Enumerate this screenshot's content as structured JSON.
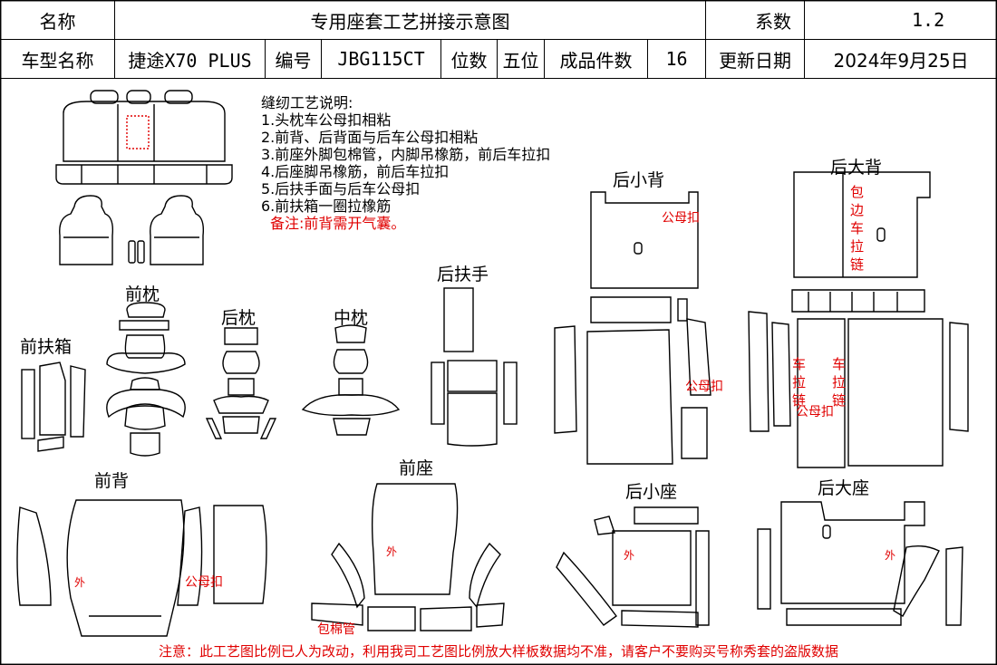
{
  "header": {
    "r1c1": "名称",
    "r1c2": "专用座套工艺拼接示意图",
    "r1c3": "系数",
    "r1c4": "1.2",
    "r2": [
      "车型名称",
      "捷途X70 PLUS",
      "编号",
      "JBG115CT",
      "位数",
      "五位",
      "成品件数",
      "16",
      "更新日期",
      "2024年9月25日"
    ]
  },
  "notes": {
    "title": "缝纫工艺说明:",
    "items": [
      "1.头枕车公母扣相粘",
      "2.前背、后背面与后车公母扣相粘",
      "3.前座外脚包棉管，内脚吊橡筋，前后车拉扣",
      "4.后座脚吊橡筋，前后车拉扣",
      "5.后扶手面与后车公母扣",
      "6.前扶箱一圈拉橡筋"
    ],
    "remark": "备注:前背需开气囊。"
  },
  "labels": {
    "front_headrest": "前枕",
    "rear_headrest": "后枕",
    "mid_headrest": "中枕",
    "front_armbox": "前扶箱",
    "rear_armrest": "后扶手",
    "small_back": "后小背",
    "big_back": "后大背",
    "front_back": "前背",
    "front_seat": "前座",
    "small_seat": "后小座",
    "big_seat": "后大座"
  },
  "red_marks": {
    "snap1": "公母扣",
    "snap2": "公母扣",
    "snap3": "公母扣",
    "snap4": "公母扣",
    "wrap_zip": "包边车拉链",
    "zip_left": "车拉链",
    "zip_right": "车拉链",
    "outer1": "外",
    "outer2": "外",
    "outer3": "外",
    "outer4": "外",
    "cotton_tube": "包棉管"
  },
  "footer": "注意：此工艺图比例已人为改动，利用我司工艺图比例放大样板数据均不准，请客户不要购买号称秀套的盗版数据"
}
